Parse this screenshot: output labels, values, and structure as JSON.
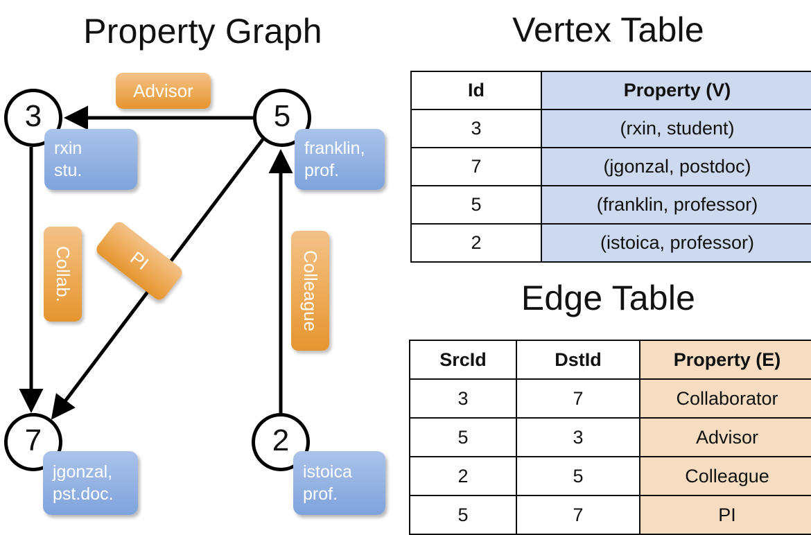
{
  "titles": {
    "property_graph": "Property Graph",
    "vertex_table": "Vertex Table",
    "edge_table": "Edge Table"
  },
  "graph": {
    "nodes": [
      {
        "id": "3",
        "label": "3",
        "property_lines": [
          "rxin",
          "stu."
        ]
      },
      {
        "id": "5",
        "label": "5",
        "property_lines": [
          "franklin,",
          "prof."
        ]
      },
      {
        "id": "7",
        "label": "7",
        "property_lines": [
          "jgonzal,",
          "pst.doc."
        ]
      },
      {
        "id": "2",
        "label": "2",
        "property_lines": [
          "istoica",
          "prof."
        ]
      }
    ],
    "edge_labels": [
      {
        "name": "advisor",
        "text": "Advisor"
      },
      {
        "name": "collaborator",
        "text": "Collab."
      },
      {
        "name": "pi",
        "text": "PI"
      },
      {
        "name": "colleague",
        "text": "Colleague"
      }
    ]
  },
  "vertex_table": {
    "headers": [
      "Id",
      "Property (V)"
    ],
    "rows": [
      [
        "3",
        "(rxin, student)"
      ],
      [
        "7",
        "(jgonzal, postdoc)"
      ],
      [
        "5",
        "(franklin, professor)"
      ],
      [
        "2",
        "(istoica, professor)"
      ]
    ]
  },
  "edge_table": {
    "headers": [
      "SrcId",
      "DstId",
      "Property (E)"
    ],
    "rows": [
      [
        "3",
        "7",
        "Collaborator"
      ],
      [
        "5",
        "3",
        "Advisor"
      ],
      [
        "2",
        "5",
        "Colleague"
      ],
      [
        "5",
        "7",
        "PI"
      ]
    ]
  },
  "colors": {
    "vertex_header_fill": "#ccd9ef",
    "edge_header_fill": "#f6ddc2",
    "property_box_blue": "#9ab6e4",
    "edge_label_orange": "#eeae5e",
    "stroke": "#000000"
  }
}
